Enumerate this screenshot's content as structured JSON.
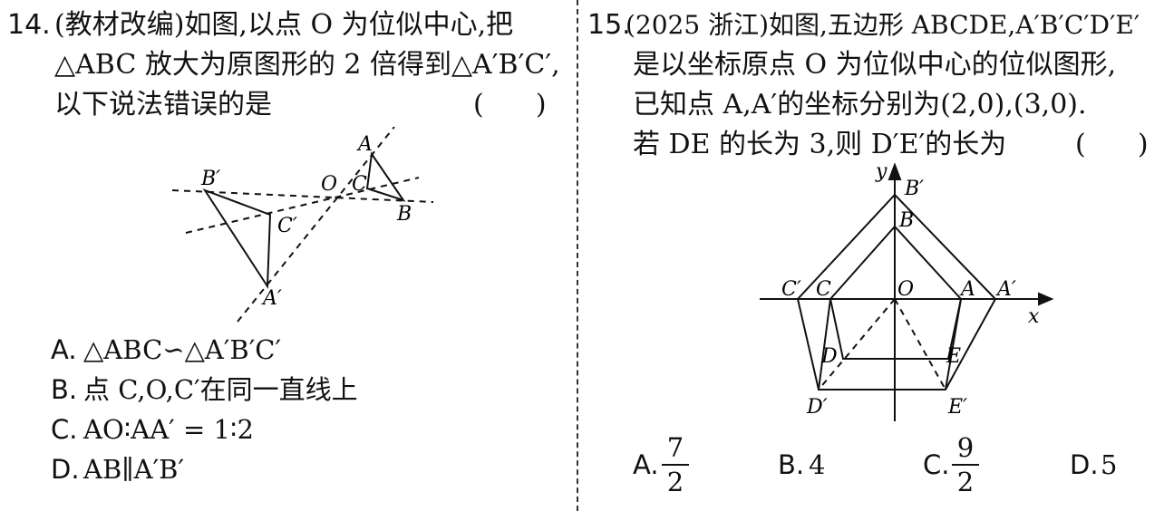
{
  "q14": {
    "number": "14.",
    "lines": [
      "(教材改编)如图,以点 O 为位似中心,把",
      "△ABC 放大为原图形的 2 倍得到△A′B′C′,",
      "以下说法错误的是"
    ],
    "answer_paren": "(      )",
    "figure_labels": {
      "A": "A",
      "B": "B",
      "C": "C",
      "O": "O",
      "A1": "A′",
      "B1": "B′",
      "C1": "C′"
    },
    "options": [
      {
        "label": "A.",
        "text": "△ABC∽△A′B′C′"
      },
      {
        "label": "B.",
        "text": "点 C,O,C′在同一直线上"
      },
      {
        "label": "C.",
        "text": "AO∶AA′ = 1∶2"
      },
      {
        "label": "D.",
        "text": "AB∥A′B′"
      }
    ]
  },
  "q15": {
    "number": "15.",
    "lines": [
      "(2025 浙江)如图,五边形 ABCDE,A′B′C′D′E′",
      "是以坐标原点 O 为位似中心的位似图形,",
      "已知点 A,A′的坐标分别为(2,0),(3,0).",
      "若 DE 的长为 3,则 D′E′的长为"
    ],
    "answer_paren": "(      )",
    "figure_labels": {
      "x": "x",
      "y": "y",
      "O": "O",
      "A": "A",
      "B": "B",
      "C": "C",
      "D": "D",
      "E": "E",
      "A1": "A′",
      "B1": "B′",
      "C1": "C′",
      "D1": "D′",
      "E1": "E′"
    },
    "options": [
      {
        "label": "A.",
        "num": "7",
        "den": "2"
      },
      {
        "label": "B.",
        "text": "4"
      },
      {
        "label": "C.",
        "num": "9",
        "den": "2"
      },
      {
        "label": "D.",
        "text": "5"
      }
    ]
  }
}
